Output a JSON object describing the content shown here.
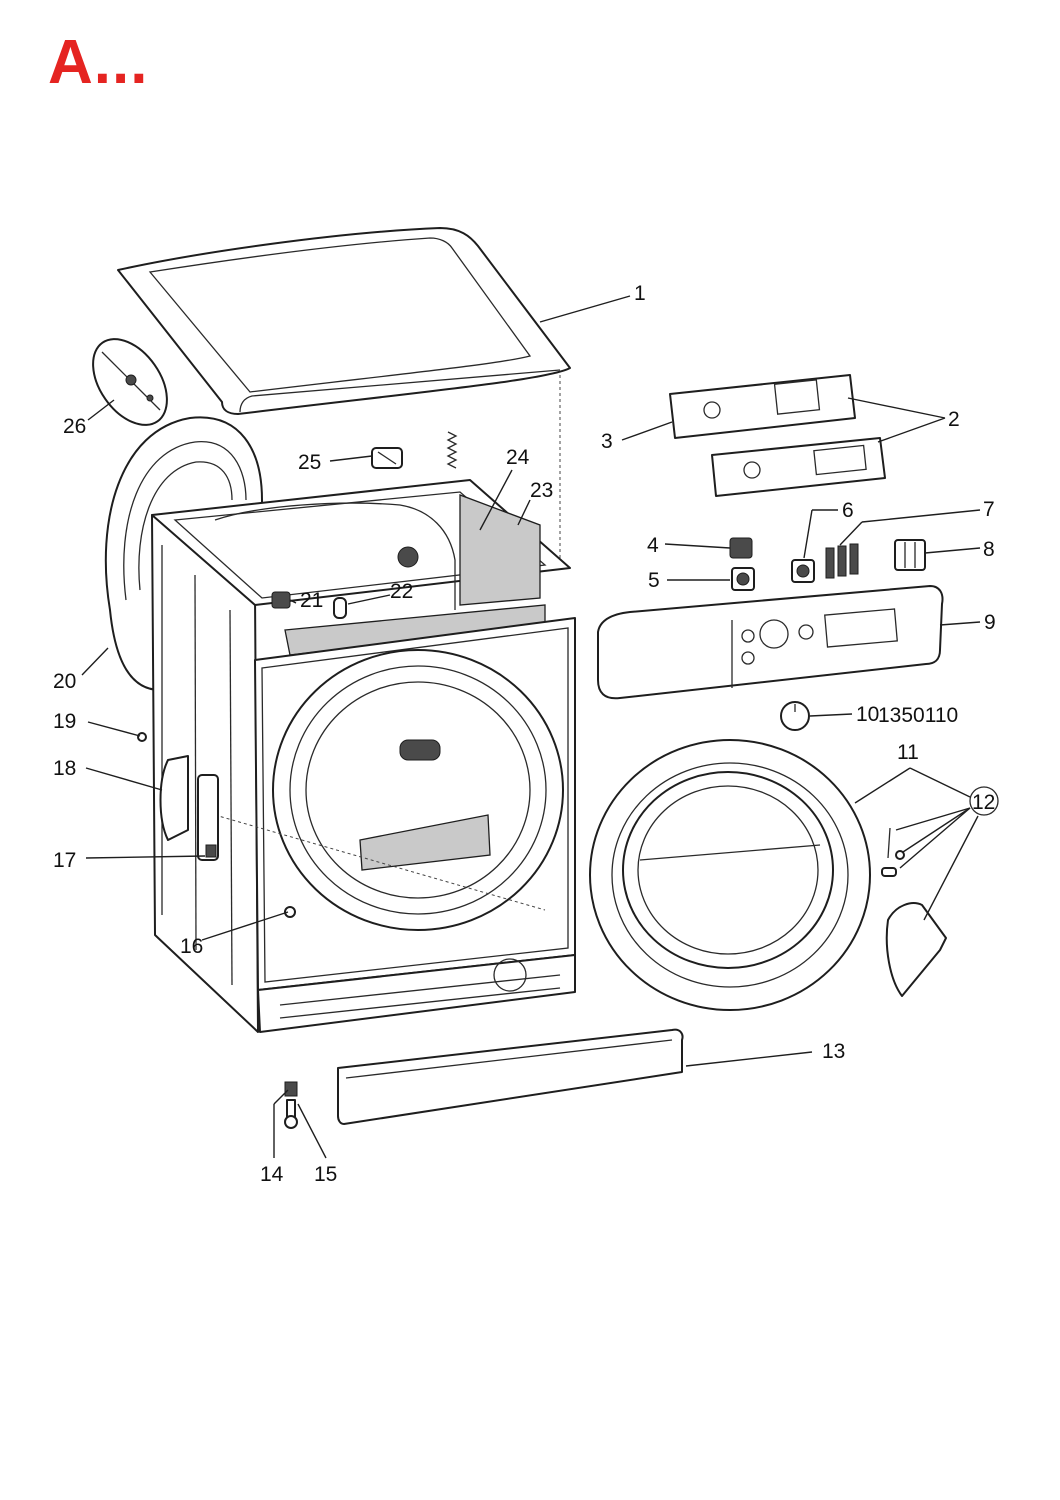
{
  "title": {
    "text": "A...",
    "color": "#e52421"
  },
  "document_number": "1350110",
  "callouts": [
    "1",
    "2",
    "3",
    "4",
    "5",
    "6",
    "7",
    "8",
    "9",
    "10",
    "11",
    "12",
    "13",
    "14",
    "15",
    "16",
    "17",
    "18",
    "19",
    "20",
    "21",
    "22",
    "23",
    "24",
    "25",
    "26"
  ]
}
